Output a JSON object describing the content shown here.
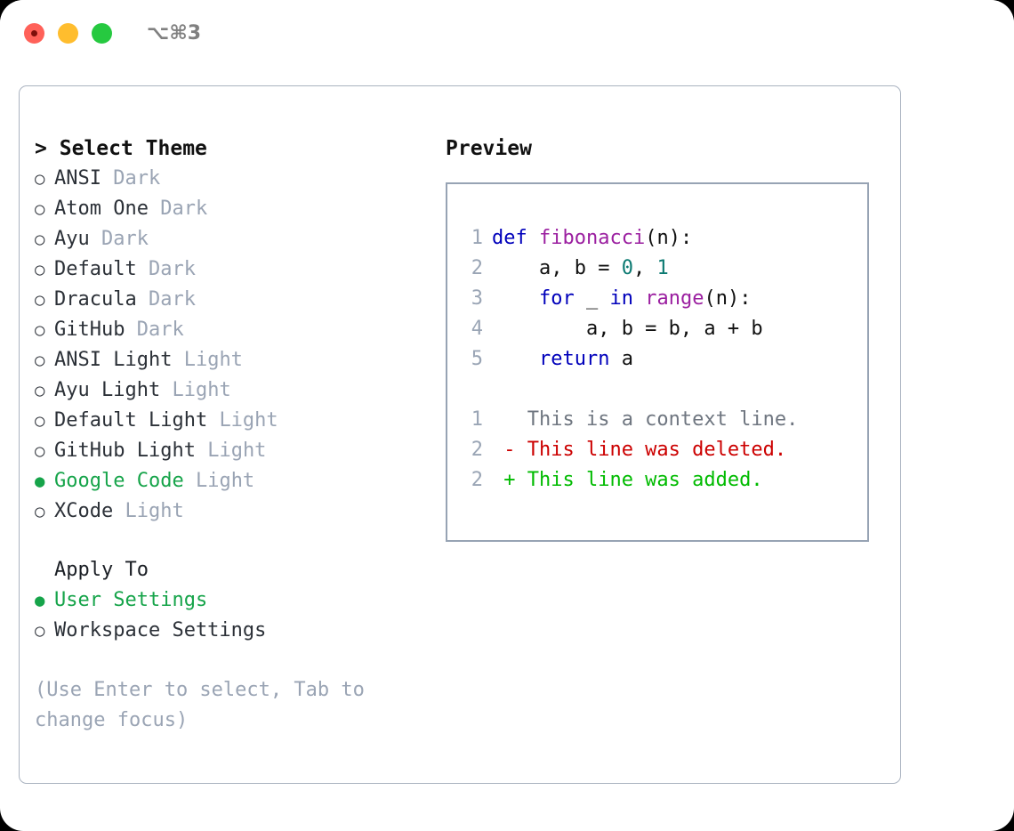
{
  "window": {
    "title": "⌥⌘3",
    "traffic_lights": [
      {
        "name": "close",
        "color": "#ff6159"
      },
      {
        "name": "minimize",
        "color": "#ffbd2e"
      },
      {
        "name": "zoom",
        "color": "#26c940"
      }
    ]
  },
  "theme_picker": {
    "heading": "Select Theme",
    "caret": ">",
    "bullet_off": "○",
    "bullet_on": "●",
    "selected_color": "#16a44a",
    "items": [
      {
        "name": "ANSI",
        "variant": "Dark",
        "selected": false
      },
      {
        "name": "Atom One",
        "variant": "Dark",
        "selected": false
      },
      {
        "name": "Ayu",
        "variant": "Dark",
        "selected": false
      },
      {
        "name": "Default",
        "variant": "Dark",
        "selected": false
      },
      {
        "name": "Dracula",
        "variant": "Dark",
        "selected": false
      },
      {
        "name": "GitHub",
        "variant": "Dark",
        "selected": false
      },
      {
        "name": "ANSI Light",
        "variant": "Light",
        "selected": false
      },
      {
        "name": "Ayu Light",
        "variant": "Light",
        "selected": false
      },
      {
        "name": "Default Light",
        "variant": "Light",
        "selected": false
      },
      {
        "name": "GitHub Light",
        "variant": "Light",
        "selected": false
      },
      {
        "name": "Google Code",
        "variant": "Light",
        "selected": true
      },
      {
        "name": "XCode",
        "variant": "Light",
        "selected": false
      }
    ]
  },
  "apply_to": {
    "heading": "Apply To",
    "options": [
      {
        "label": "User Settings",
        "selected": true
      },
      {
        "label": "Workspace Settings",
        "selected": false
      }
    ]
  },
  "hint": "(Use Enter to select, Tab to change focus)",
  "preview": {
    "title": "Preview",
    "code_lines": [
      {
        "num": "1",
        "tokens": [
          {
            "t": "def",
            "c": "kw"
          },
          {
            "t": " ",
            "c": "pl"
          },
          {
            "t": "fibonacci",
            "c": "fn"
          },
          {
            "t": "(n):",
            "c": "pl"
          }
        ]
      },
      {
        "num": "2",
        "tokens": [
          {
            "t": "    a, b = ",
            "c": "pl"
          },
          {
            "t": "0",
            "c": "num"
          },
          {
            "t": ", ",
            "c": "pl"
          },
          {
            "t": "1",
            "c": "num"
          }
        ]
      },
      {
        "num": "3",
        "tokens": [
          {
            "t": "    ",
            "c": "pl"
          },
          {
            "t": "for",
            "c": "kw"
          },
          {
            "t": " _ ",
            "c": "pl"
          },
          {
            "t": "in",
            "c": "kw"
          },
          {
            "t": " ",
            "c": "pl"
          },
          {
            "t": "range",
            "c": "fn"
          },
          {
            "t": "(n):",
            "c": "pl"
          }
        ]
      },
      {
        "num": "4",
        "tokens": [
          {
            "t": "        a, b = b, a + b",
            "c": "pl"
          }
        ]
      },
      {
        "num": "5",
        "tokens": [
          {
            "t": "    ",
            "c": "pl"
          },
          {
            "t": "return",
            "c": "kw"
          },
          {
            "t": " a",
            "c": "pl"
          }
        ]
      }
    ],
    "diff_lines": [
      {
        "num": "1",
        "marker": " ",
        "text": "This is a context line.",
        "kind": "d-ctx"
      },
      {
        "num": "2",
        "marker": "-",
        "text": "This line was deleted.",
        "kind": "d-del"
      },
      {
        "num": "2",
        "marker": "+",
        "text": "This line was added.",
        "kind": "d-add"
      }
    ]
  },
  "colors": {
    "keyword": "#0000bb",
    "function": "#9b1fa0",
    "number": "#0c7a72",
    "plain": "#111111",
    "line_number": "#9aa5b5",
    "diff_context": "#6f7680",
    "diff_delete": "#cc0000",
    "diff_add": "#00bb00",
    "muted": "#9aa4b4",
    "panel_border": "#aab3c0",
    "preview_border": "#97a3b4"
  }
}
